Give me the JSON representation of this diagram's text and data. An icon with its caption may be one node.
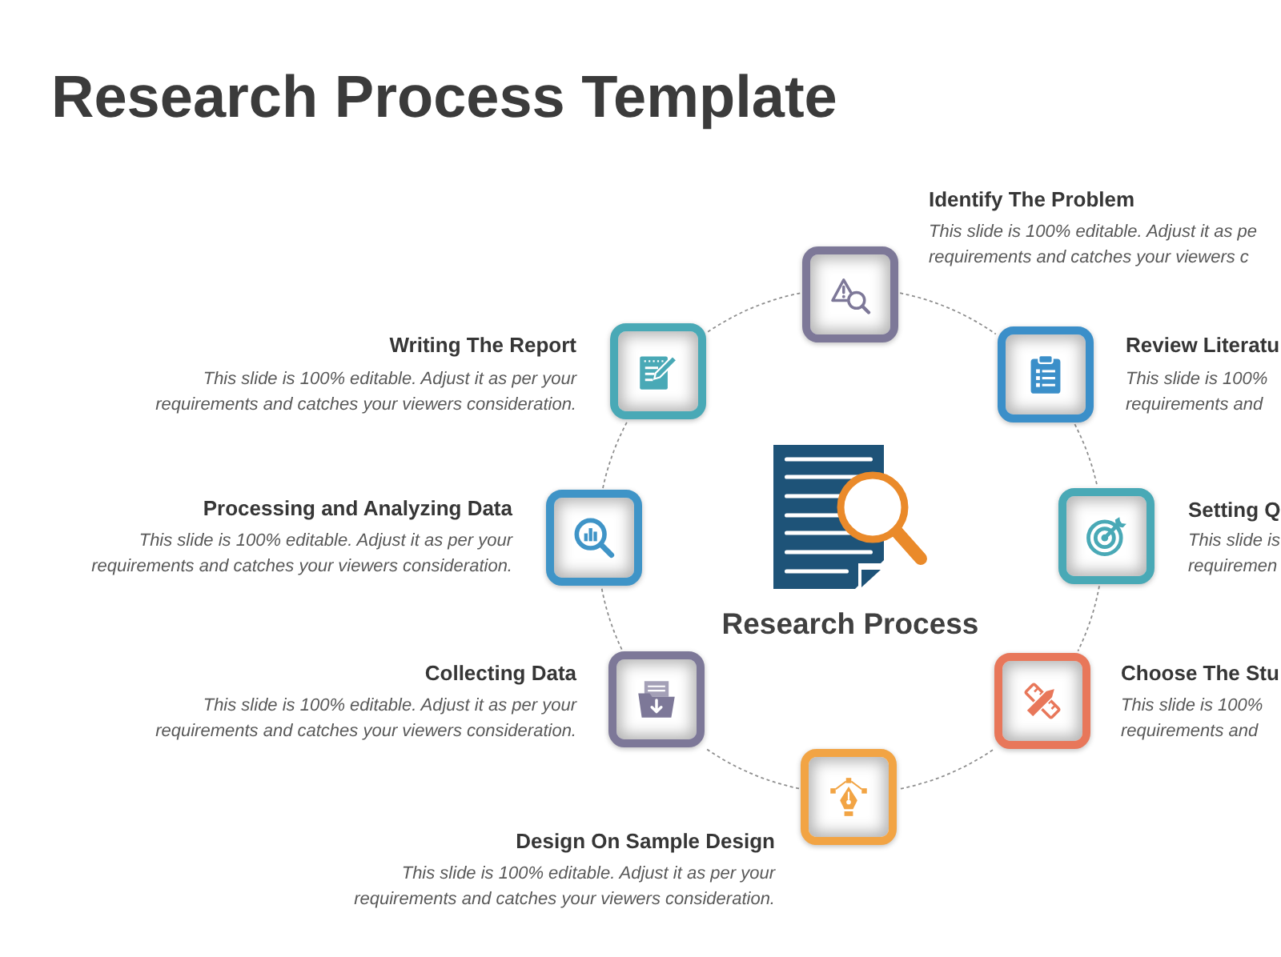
{
  "diagram": {
    "title": "Research Process Template",
    "nodes": [
      {
        "text": [],
        "shape": "box",
        "beside": [
          "Identify The Problem",
          "This slide is 100% editable. Adjust it as pe requirements and catches your viewers c"
        ]
      },
      {
        "text": [],
        "shape": "box",
        "beside": [
          "Review Literatu",
          "This slide is 100% requirements and"
        ]
      },
      {
        "text": [],
        "shape": "box",
        "beside": [
          "Setting Q",
          "This slide is requiremen"
        ]
      },
      {
        "text": [],
        "shape": "box",
        "beside": [
          "Choose The Stu",
          "This slide is 100% requirements and"
        ]
      },
      {
        "text": [],
        "shape": "box",
        "beside": [
          "Design On Sample Design",
          "This slide is 100% editable. Adjust it as per your requirements and catches your viewers consideration."
        ]
      },
      {
        "text": [],
        "shape": "box",
        "beside": [
          "Collecting Data",
          "This slide is 100% editable. Adjust it as per your requirements and catches your viewers consideration."
        ]
      },
      {
        "text": [],
        "shape": "box",
        "beside": [
          "Processing and Analyzing Data",
          "This slide is 100% editable. Adjust it as per your requirements and catches your viewers consideration."
        ]
      },
      {
        "text": [],
        "shape": "box",
        "beside": [
          "Writing The Report",
          "This slide is 100% editable. Adjust it as per your requirements and catches your viewers consideration."
        ]
      }
    ],
    "edges": [
      {
        "from": 0,
        "to": 1,
        "arrow": "none",
        "style": "dashed"
      },
      {
        "from": 1,
        "to": 2,
        "arrow": "none",
        "style": "dashed"
      },
      {
        "from": 2,
        "to": 3,
        "arrow": "none",
        "style": "dashed"
      },
      {
        "from": 3,
        "to": 4,
        "arrow": "none",
        "style": "dashed"
      },
      {
        "from": 4,
        "to": 5,
        "arrow": "none",
        "style": "dashed"
      },
      {
        "from": 5,
        "to": 6,
        "arrow": "none",
        "style": "dashed"
      },
      {
        "from": 6,
        "to": 7,
        "arrow": "none",
        "style": "dashed"
      },
      {
        "from": 7,
        "to": 0,
        "arrow": "none",
        "style": "dashed"
      }
    ],
    "labels": [
      "Research Process"
    ]
  }
}
